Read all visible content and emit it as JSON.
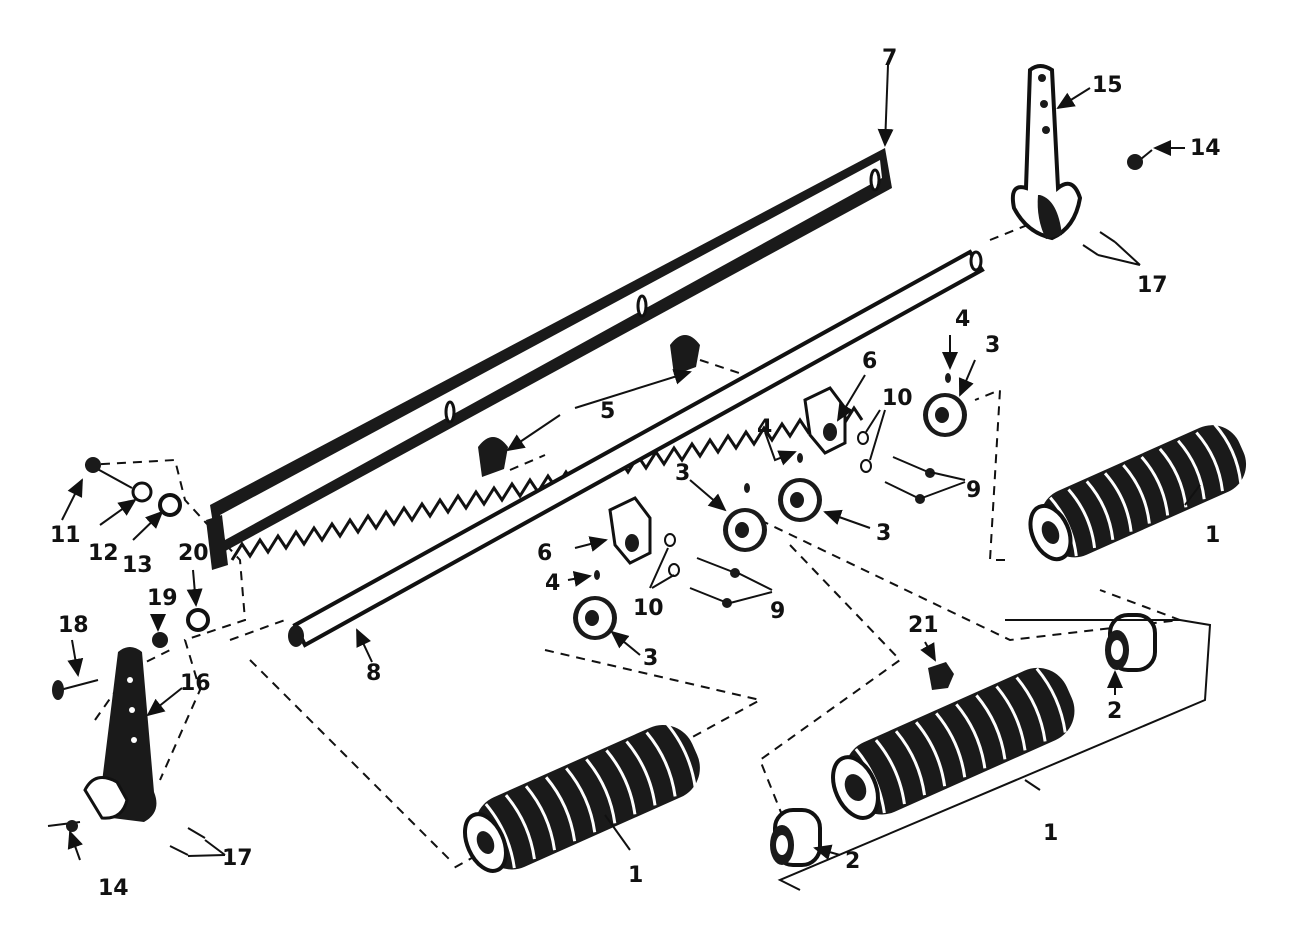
{
  "diagram": {
    "callouts": {
      "c1a": "1",
      "c1b": "1",
      "c1c": "1",
      "c2a": "2",
      "c2b": "2",
      "c3a": "3",
      "c3b": "3",
      "c3c": "3",
      "c3d": "3",
      "c4a": "4",
      "c4b": "4",
      "c4c": "4",
      "c5": "5",
      "c6a": "6",
      "c6b": "6",
      "c7": "7",
      "c8": "8",
      "c9a": "9",
      "c9b": "9",
      "c10a": "10",
      "c10b": "10",
      "c11": "11",
      "c12": "12",
      "c13": "13",
      "c14a": "14",
      "c14b": "14",
      "c15": "15",
      "c16": "16",
      "c17a": "17",
      "c17b": "17",
      "c18": "18",
      "c19": "19",
      "c20": "20",
      "c21": "21"
    }
  }
}
